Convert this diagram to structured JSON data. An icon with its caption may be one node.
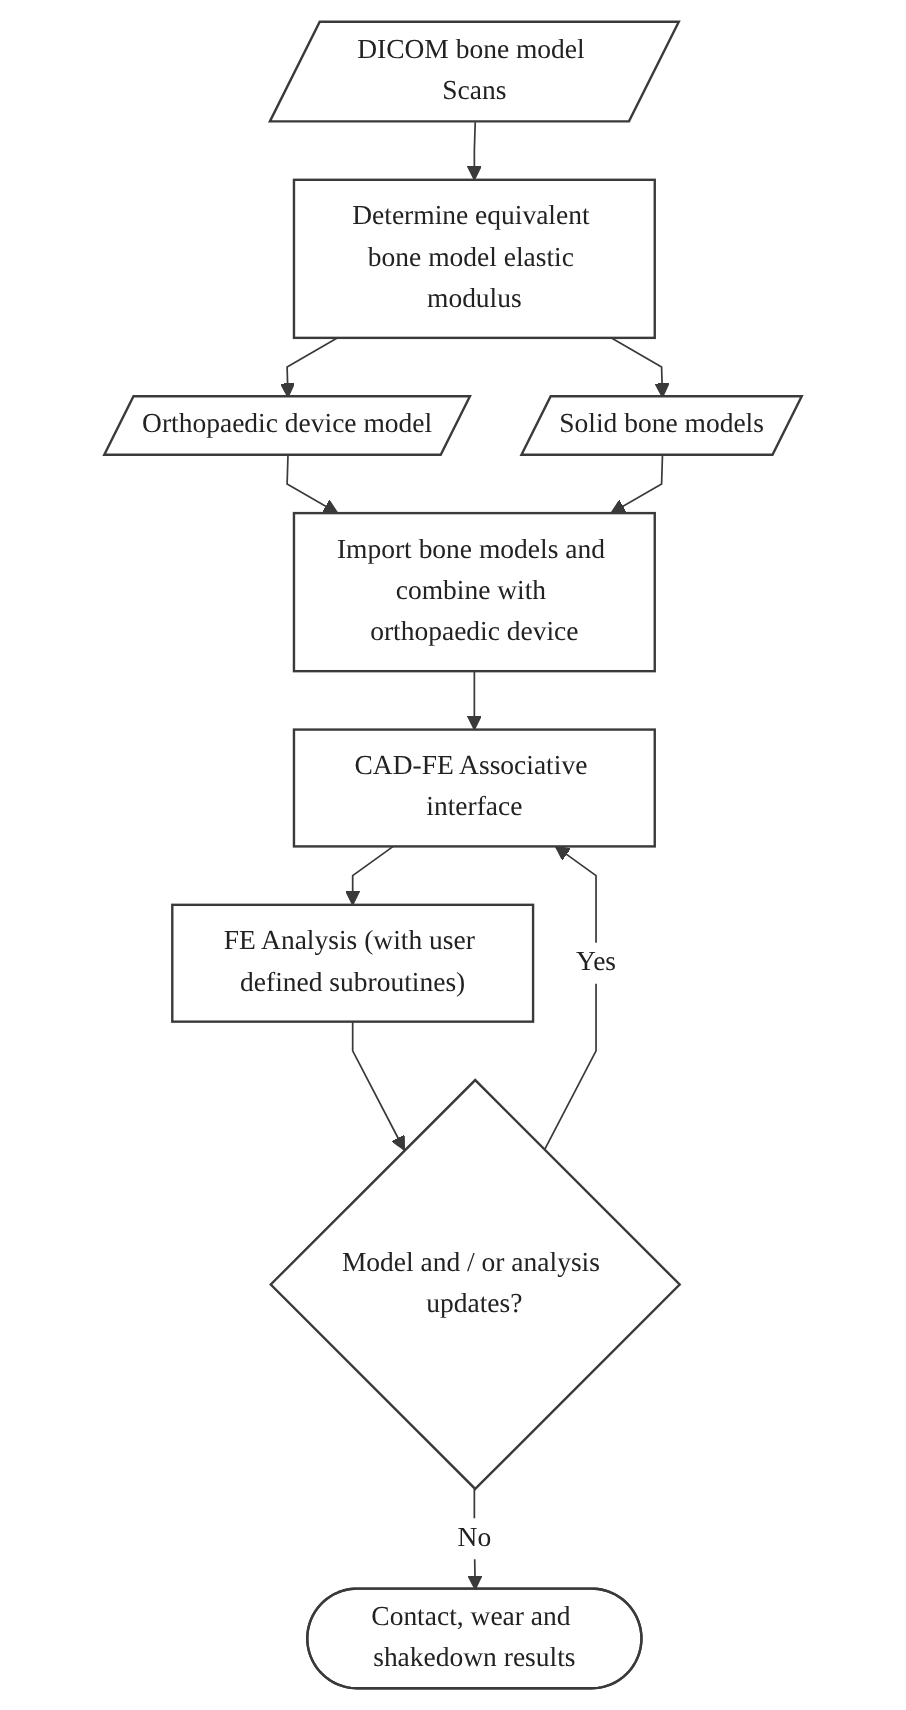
{
  "diagram": {
    "nodes": [
      {
        "text": [
          "DICOM bone model Scans"
        ]
      },
      {
        "text": [
          "Determine equivalent bone model elastic modulus"
        ]
      },
      {
        "text": [
          "Orthopaedic device model"
        ]
      },
      {
        "text": [
          "Solid bone models"
        ]
      },
      {
        "text": [
          "Import bone models and combine with orthopaedic device"
        ]
      },
      {
        "text": [
          "CAD-FE Associative interface"
        ]
      },
      {
        "text": [
          "FE Analysis (with user defined subroutines)"
        ]
      },
      {
        "text": [
          "Model and / or analysis updates?"
        ]
      },
      {
        "text": [
          "Contact, wear and shakedown results"
        ]
      }
    ],
    "edges": [
      {
        "from": 0,
        "to": 1,
        "arrow": "to"
      },
      {
        "from": 1,
        "to": 2,
        "arrow": "to"
      },
      {
        "from": 1,
        "to": 3,
        "arrow": "to"
      },
      {
        "from": 2,
        "to": 4,
        "arrow": "to"
      },
      {
        "from": 3,
        "to": 4,
        "arrow": "to"
      },
      {
        "from": 4,
        "to": 5,
        "arrow": "to"
      },
      {
        "from": 5,
        "to": 6,
        "arrow": "to"
      },
      {
        "from": 6,
        "to": 7,
        "arrow": "to"
      },
      {
        "from": 7,
        "to": 5,
        "arrow": "to",
        "label": "Yes"
      },
      {
        "from": 7,
        "to": 8,
        "arrow": "to",
        "label": "No"
      }
    ]
  }
}
